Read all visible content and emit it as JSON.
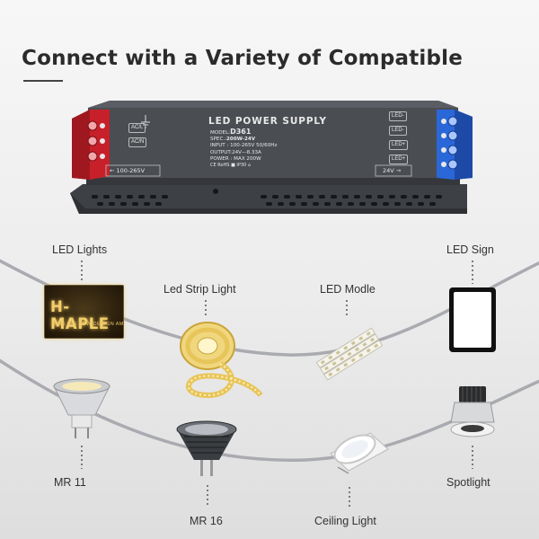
{
  "headline": "Connect with a Variety of Compatible",
  "power_supply": {
    "title": "LED POWER SUPPLY",
    "model_label": "MODEL:",
    "model": "D361",
    "spec_label": "SPEC.:",
    "spec": "200W-24V",
    "input": "INPUT : 100-265V 50/60Hz",
    "output": "OUTPUT:24V—8.33A",
    "power": "POWER : MAX 200W",
    "input_range_tag": "100-265V",
    "output_tag": "24V",
    "ac_tags": [
      "AC/L",
      "AC/N"
    ],
    "led_tags": [
      "LED-",
      "LED-",
      "LED+",
      "LED+"
    ],
    "cert_marks": "CE  RoHS  ■  IP30  ⌂"
  },
  "sign": {
    "title": "H-MAPLE",
    "subtitle": "2015 DIG  NEW DESIGN  AM"
  },
  "devices": {
    "led_lights": "LED Lights",
    "led_strip_light": "Led Strip Light",
    "led_modle": "LED Modle",
    "led_sign": "LED Sign",
    "mr11": "MR 11",
    "mr16": "MR 16",
    "ceiling_light": "Ceiling Light",
    "spotlight": "Spotlight"
  },
  "colors": {
    "psu_body": "#4a4d52",
    "terminal_red": "#d9262f",
    "terminal_blue": "#1f5fd0",
    "curve": "#a9abb0"
  }
}
